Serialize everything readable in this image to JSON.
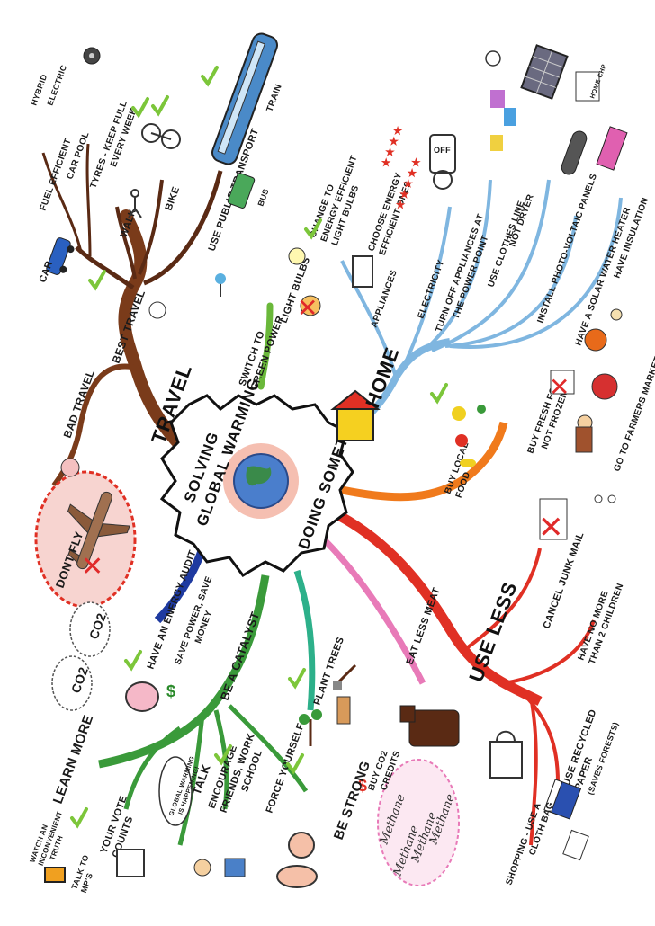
{
  "center": {
    "title_line1": "SOLVING",
    "title_line2": "GLOBAL WARMING",
    "subtitle": "DOING SOMETHING"
  },
  "travel": {
    "label": "TRAVEL",
    "best_travel": "BEST TRAVEL",
    "bad_travel": "BAD TRAVEL",
    "dont_fly": "DONT FLY",
    "co2_a": "CO2",
    "co2_b": "CO2",
    "car": "CAR",
    "fuel_efficient": "FUEL EFFICIENT",
    "hybrid": "HYBRID",
    "electric": "ELECTRIC",
    "car_pool": "CAR POOL",
    "tyres_1": "TYRES - KEEP FULL",
    "tyres_2": "EVERY WEEK",
    "walk": "WALK",
    "bike": "BIKE",
    "public_transport": "USE PUBLIC TRANSPORT",
    "train": "TRAIN",
    "bus": "BUS"
  },
  "green_power": {
    "line1": "SWITCH TO",
    "line2": "GREEN POWER"
  },
  "home": {
    "label": "HOME",
    "light_bulbs": "LIGHT BULBS",
    "change_bulbs_1": "CHANGE TO",
    "change_bulbs_2": "ENERGY EFFICIENT",
    "change_bulbs_3": "LIGHT BULBS",
    "appliances": "APPLIANCES",
    "choose_energy_1": "CHOOSE ENERGY",
    "choose_energy_2": "EFFICIENT ONES",
    "electricity": "ELECTRICITY",
    "turn_off_1": "TURN OFF APPLIANCES AT",
    "turn_off_2": "THE POWER POINT",
    "off": "OFF",
    "clothes_line": "USE CLOTHES LINE",
    "not_dryer": "NOT DRYER",
    "pv_panels": "INSTALL PHOTO-VOLTAIC PANELS",
    "solar_heater": "HAVE A SOLAR WATER HEATER",
    "insulation": "HAVE INSULATION",
    "home_chp": "HOME CHP"
  },
  "food": {
    "buy_local_1": "BUY LOCAL",
    "buy_local_2": "FOOD",
    "fresh_1": "BUY FRESH FOOD",
    "fresh_2": "NOT FROZEN",
    "farmers": "GO TO FARMERS MARKETS"
  },
  "use_less": {
    "label": "USE LESS",
    "junk_mail": "CANCEL JUNK MAIL",
    "children_1": "HAVE NO MORE",
    "children_2": "THAN 2 CHILDREN",
    "recycled_1": "USE RECYCLED",
    "recycled_2": "PAPER",
    "recycled_3": "(SAVES FORESTS)",
    "shopping_1": "SHOPPING - USE A",
    "shopping_2": "CLOTH BAG"
  },
  "eat_less_meat": "EAT LESS MEAT",
  "plant_trees": "PLANT TREES",
  "buy_co2": {
    "line1": "BUY CO2",
    "line2": "CREDITS"
  },
  "methane": [
    "Methane",
    "Methane",
    "Methane",
    "Methane"
  ],
  "catalyst": {
    "label": "BE A CATALYST",
    "energy_audit": "HAVE AN ENERGY AUDIT",
    "save_power_1": "SAVE POWER, SAVE",
    "save_power_2": "MONEY",
    "learn_more": "LEARN MORE",
    "watch_1": "WATCH AN",
    "watch_2": "INCONVENIENT",
    "watch_3": "TRUTH",
    "vote_1": "YOUR VOTE",
    "vote_2": "COUNTS",
    "talk_mps_1": "TALK TO",
    "talk_mps_2": "MP'S",
    "talk": "TALK",
    "bubble_1": "GLOBAL WARMING",
    "bubble_2": "IS HAPPENING!",
    "encourage_1": "ENCOURAGE",
    "encourage_2": "FRIENDS, WORK",
    "encourage_3": "SCHOOL",
    "force_yourself": "FORCE YOURSELF",
    "be_strong": "BE STRONG"
  },
  "colors": {
    "travel": "#7a3b1a",
    "travel_light": "#5a2a14",
    "green_power": "#6ab83a",
    "home": "#7fb6e0",
    "food": "#f07a1c",
    "use_less": "#e03024",
    "eat_less_meat": "#e87ab8",
    "plant_trees": "#2db08a",
    "catalyst": "#3a9a3a",
    "audit": "#1e3aa0",
    "check": "#7cc63a",
    "cross": "#e02a2a"
  }
}
